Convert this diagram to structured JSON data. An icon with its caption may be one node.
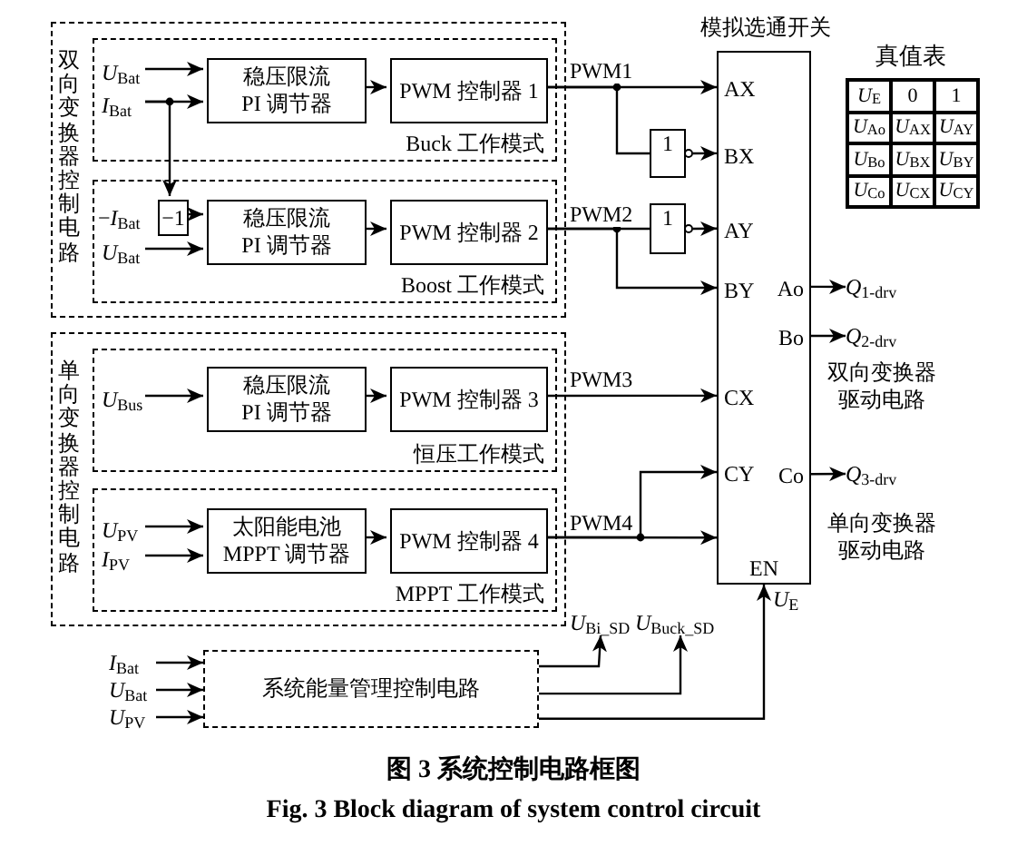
{
  "diagram": {
    "caption": "图 3 系统控制电路框图",
    "nodes": [
      {
        "text": [
          "双向变换器控制电路"
        ]
      },
      {
        "text": [
          "Buck 工作模式"
        ],
        "in": 0
      },
      {
        "text": [
          "*U*$_{Bat}$"
        ],
        "in": 1
      },
      {
        "text": [
          "*I*$_{Bat}$"
        ],
        "in": 1
      },
      {
        "text": [
          "稳压限流 PI 调节器"
        ],
        "in": 1
      },
      {
        "text": [
          "PWM 控制器 1"
        ],
        "in": 1
      },
      {
        "text": [
          "Boost 工作模式"
        ],
        "in": 0
      },
      {
        "text": [
          "−1"
        ],
        "in": 6
      },
      {
        "text": [
          "−*I*$_{Bat}$"
        ],
        "in": 6
      },
      {
        "text": [
          "*U*$_{Bat}$"
        ],
        "in": 6
      },
      {
        "text": [
          "稳压限流 PI 调节器"
        ],
        "in": 6
      },
      {
        "text": [
          "PWM 控制器 2"
        ],
        "in": 6
      },
      {
        "text": [
          "单向变换器控制电路"
        ]
      },
      {
        "text": [
          "恒压工作模式"
        ],
        "in": 12
      },
      {
        "text": [
          "*U*$_{Bus}$"
        ],
        "in": 13
      },
      {
        "text": [
          "稳压限流 PI 调节器"
        ],
        "in": 13
      },
      {
        "text": [
          "PWM 控制器 3"
        ],
        "in": 13
      },
      {
        "text": [
          "MPPT 工作模式"
        ],
        "in": 12
      },
      {
        "text": [
          "*U*$_{PV}$"
        ],
        "in": 17
      },
      {
        "text": [
          "*I*$_{PV}$"
        ],
        "in": 17
      },
      {
        "text": [
          "太阳能电池 MPPT 调节器"
        ],
        "in": 17
      },
      {
        "text": [
          "PWM 控制器 4"
        ],
        "in": 17
      },
      {
        "text": [
          "1"
        ]
      },
      {
        "text": [
          "1"
        ]
      },
      {
        "text": [
          "模拟选通开关",
          "AX",
          "BX",
          "AY",
          "BY",
          "CX",
          "CY",
          "Ao",
          "Bo",
          "Co",
          "EN"
        ]
      },
      {
        "text": [
          "*Q*$_{1-drv}$"
        ]
      },
      {
        "text": [
          "*Q*$_{2-drv}$"
        ]
      },
      {
        "text": [
          "*Q*$_{3-drv}$"
        ]
      },
      {
        "text": [
          "系统能量管理控制电路"
        ]
      },
      {
        "text": [
          "*I*$_{Bat}$"
        ]
      },
      {
        "text": [
          "*U*$_{Bat}$"
        ]
      },
      {
        "text": [
          "*U*$_{PV}$"
        ]
      },
      {
        "text": [
          "*U*$_{Bi_SD}$"
        ]
      },
      {
        "text": [
          "*U*$_{Buck_SD}$"
        ]
      }
    ],
    "edges": [
      {
        "from": 2,
        "to": 4,
        "arrow": "to"
      },
      {
        "from": 3,
        "to": 4,
        "arrow": "to"
      },
      {
        "from": 3,
        "to": 7,
        "arrow": "to"
      },
      {
        "from": 4,
        "to": 5,
        "arrow": "to"
      },
      {
        "from": 7,
        "to": 10,
        "arrow": "to"
      },
      {
        "from": 9,
        "to": 10,
        "arrow": "to"
      },
      {
        "from": 10,
        "to": 11,
        "arrow": "to"
      },
      {
        "from": 5,
        "to": 24,
        "arrow": "to",
        "label": "PWM1"
      },
      {
        "from": 5,
        "to": 22,
        "arrow": "none"
      },
      {
        "from": 22,
        "to": 24,
        "arrow": "to"
      },
      {
        "from": 11,
        "to": 23,
        "arrow": "none",
        "label": "PWM2"
      },
      {
        "from": 23,
        "to": 24,
        "arrow": "to"
      },
      {
        "from": 11,
        "to": 24,
        "arrow": "to"
      },
      {
        "from": 16,
        "to": 24,
        "arrow": "to",
        "label": "PWM3"
      },
      {
        "from": 21,
        "to": 24,
        "arrow": "to",
        "label": "PWM4"
      },
      {
        "from": 21,
        "to": 24,
        "arrow": "to"
      },
      {
        "from": 15,
        "to": 16,
        "arrow": "to"
      },
      {
        "from": 14,
        "to": 15,
        "arrow": "to"
      },
      {
        "from": 18,
        "to": 20,
        "arrow": "to"
      },
      {
        "from": 19,
        "to": 20,
        "arrow": "to"
      },
      {
        "from": 20,
        "to": 21,
        "arrow": "to"
      },
      {
        "from": 24,
        "to": 25,
        "arrow": "to"
      },
      {
        "from": 24,
        "to": 26,
        "arrow": "to"
      },
      {
        "from": 24,
        "to": 27,
        "arrow": "to"
      },
      {
        "from": 29,
        "to": 28,
        "arrow": "to"
      },
      {
        "from": 30,
        "to": 28,
        "arrow": "to"
      },
      {
        "from": 31,
        "to": 28,
        "arrow": "to"
      },
      {
        "from": 28,
        "to": 32,
        "arrow": "to"
      },
      {
        "from": 28,
        "to": 33,
        "arrow": "to"
      },
      {
        "from": 28,
        "to": 24,
        "arrow": "to",
        "label": "*U*$_{E}$"
      }
    ],
    "labels": [
      "真值表",
      "*U*$_{E}$",
      "0",
      "1",
      "*U*$_{Ao}$",
      "*U*$_{AX}$",
      "*U*$_{AY}$",
      "*U*$_{Bo}$",
      "*U*$_{BX}$",
      "*U*$_{BY}$",
      "*U*$_{Co}$",
      "*U*$_{CX}$",
      "*U*$_{CY}$",
      "双向变换器驱动电路",
      "单向变换器驱动电路",
      "Fig. 3 Block diagram of system control circuit"
    ]
  }
}
